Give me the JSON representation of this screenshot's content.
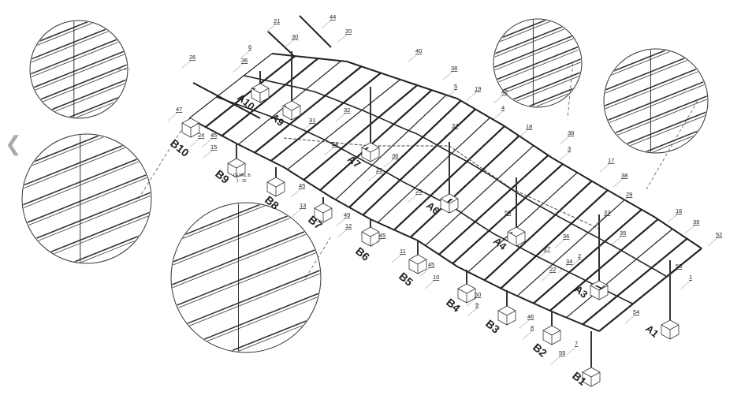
{
  "viewer": {
    "prev_icon": "chevron-left-icon"
  },
  "drawing": {
    "detail_note": "DETAIL B",
    "detail_scale": "1 : 20",
    "footings_b": [
      "B10",
      "B9",
      "B8",
      "B7",
      "B6",
      "B5",
      "B4",
      "B3",
      "B2",
      "B1"
    ],
    "footings_a": [
      "A1",
      "A3",
      "A4",
      "A6",
      "A7",
      "A9",
      "A10"
    ],
    "callouts": [
      "44",
      "21",
      "20",
      "30",
      "6",
      "26",
      "36",
      "40",
      "38",
      "5",
      "19",
      "42",
      "4",
      "37",
      "18",
      "38",
      "3",
      "17",
      "38",
      "29",
      "16",
      "37",
      "39",
      "52",
      "35",
      "36",
      "27",
      "34",
      "2",
      "22",
      "53",
      "1",
      "54",
      "7",
      "55",
      "8",
      "46",
      "9",
      "50",
      "10",
      "45",
      "11",
      "45",
      "12",
      "49",
      "13",
      "45",
      "23",
      "25",
      "24",
      "36",
      "56",
      "31",
      "32",
      "47",
      "24",
      "45",
      "15"
    ]
  }
}
